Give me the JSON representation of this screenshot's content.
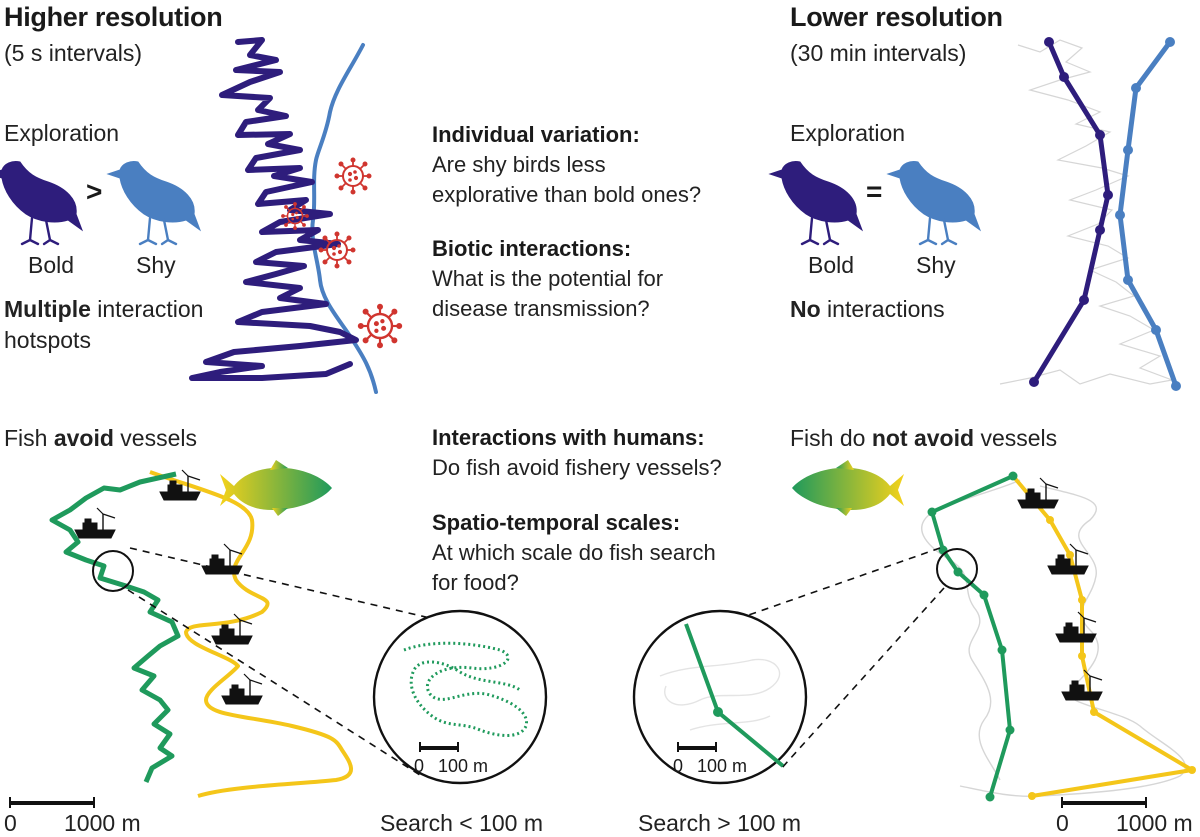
{
  "colors": {
    "bold_bird": "#2e1d7c",
    "shy_bird": "#4a7fc1",
    "fish_track": "#1f9a5c",
    "vessel_track": "#f4c61a",
    "virus": "#d0352f",
    "bg_track": "#cfcfcf",
    "text": "#1a1a1a"
  },
  "left_panel": {
    "title": "Higher resolution",
    "subtitle": "(5 s intervals)",
    "exploration_label": "Exploration",
    "comparison_symbol": ">",
    "bold_label": "Bold",
    "shy_label": "Shy",
    "interaction_bold": "Multiple",
    "interaction_rest": " interaction",
    "interaction_line2": "hotspots",
    "fish_prefix": "Fish ",
    "fish_bold": "avoid",
    "fish_suffix": " vessels",
    "scale_zero": "0",
    "scale_value": "1000 m",
    "inset_zero": "0",
    "inset_value": "100 m",
    "search_caption": "Search < 100 m"
  },
  "right_panel": {
    "title": "Lower resolution",
    "subtitle": "(30 min intervals)",
    "exploration_label": "Exploration",
    "comparison_symbol": "=",
    "bold_label": "Bold",
    "shy_label": "Shy",
    "interaction_bold": "No",
    "interaction_rest": " interactions",
    "fish_prefix": "Fish do ",
    "fish_bold": "not avoid",
    "fish_suffix": " vessels",
    "scale_zero": "0",
    "scale_value": "1000 m",
    "inset_zero": "0",
    "inset_value": "100 m",
    "search_caption": "Search > 100 m"
  },
  "questions": [
    {
      "heading": "Individual variation:",
      "lines": [
        "Are shy birds less",
        "explorative than bold ones?"
      ]
    },
    {
      "heading": "Biotic interactions:",
      "lines": [
        "What is the potential for",
        "disease transmission?"
      ]
    },
    {
      "heading": "Interactions with humans:",
      "lines": [
        "Do fish avoid fishery vessels?"
      ]
    },
    {
      "heading": "Spatio-temporal scales:",
      "lines": [
        "At which scale do fish search",
        "for food?"
      ]
    }
  ],
  "icons": [
    "bird-icon",
    "virus-icon",
    "fishing-vessel-icon",
    "tuna-fish-icon"
  ]
}
